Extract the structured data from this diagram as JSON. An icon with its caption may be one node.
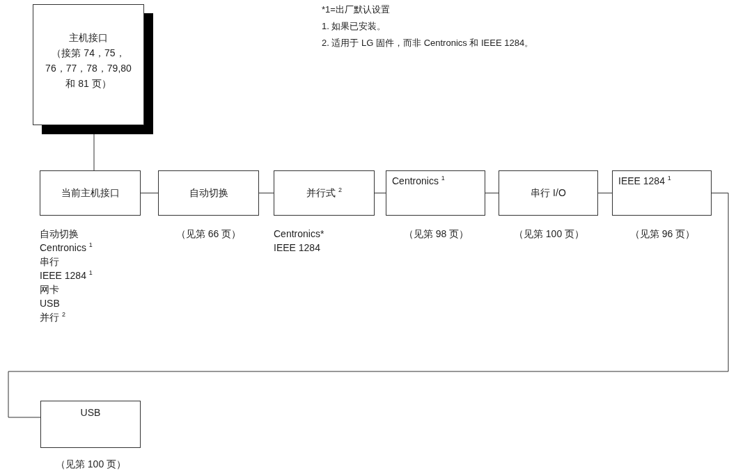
{
  "diagram": {
    "nodes": [
      {
        "text": [
          "主机接口",
          "（接第 74，75，76，77，78，79,80 和 81 页）"
        ]
      },
      {
        "text": [
          "当前主机接口"
        ],
        "beside": [
          "自动切换",
          "Centronics $^{1}$",
          "串行",
          "IEEE 1284 $^{1}$",
          "网卡",
          "USB",
          "并行 $^{2}$"
        ]
      },
      {
        "text": [
          "自动切换"
        ],
        "beside": [
          "（见第 66 页）"
        ]
      },
      {
        "text": [
          "并行式 $^{2}$"
        ],
        "beside": [
          "Centronics*",
          "IEEE 1284"
        ]
      },
      {
        "text": [
          "Centronics $^{1}$"
        ],
        "beside": [
          "（见第 98 页）"
        ]
      },
      {
        "text": [
          "串行 I/O"
        ],
        "beside": [
          "（见第 100 页）"
        ]
      },
      {
        "text": [
          "IEEE 1284 $^{1}$"
        ],
        "beside": [
          "（见第 96 页）"
        ]
      },
      {
        "text": [
          "USB"
        ],
        "beside": [
          "（见第 100 页）"
        ]
      }
    ],
    "edges": [
      {
        "from": 0,
        "to": 1,
        "arrow": "none"
      },
      {
        "from": 1,
        "to": 2,
        "arrow": "none"
      },
      {
        "from": 2,
        "to": 3,
        "arrow": "none"
      },
      {
        "from": 3,
        "to": 4,
        "arrow": "none"
      },
      {
        "from": 4,
        "to": 5,
        "arrow": "none"
      },
      {
        "from": 5,
        "to": 6,
        "arrow": "none"
      },
      {
        "from": 6,
        "to": 7,
        "arrow": "none"
      }
    ],
    "labels": [
      "*1=出厂默认设置",
      "1. 如果已安装。",
      "2. 适用于 LG 固件，而非 Centronics 和 IEEE 1284。"
    ]
  }
}
